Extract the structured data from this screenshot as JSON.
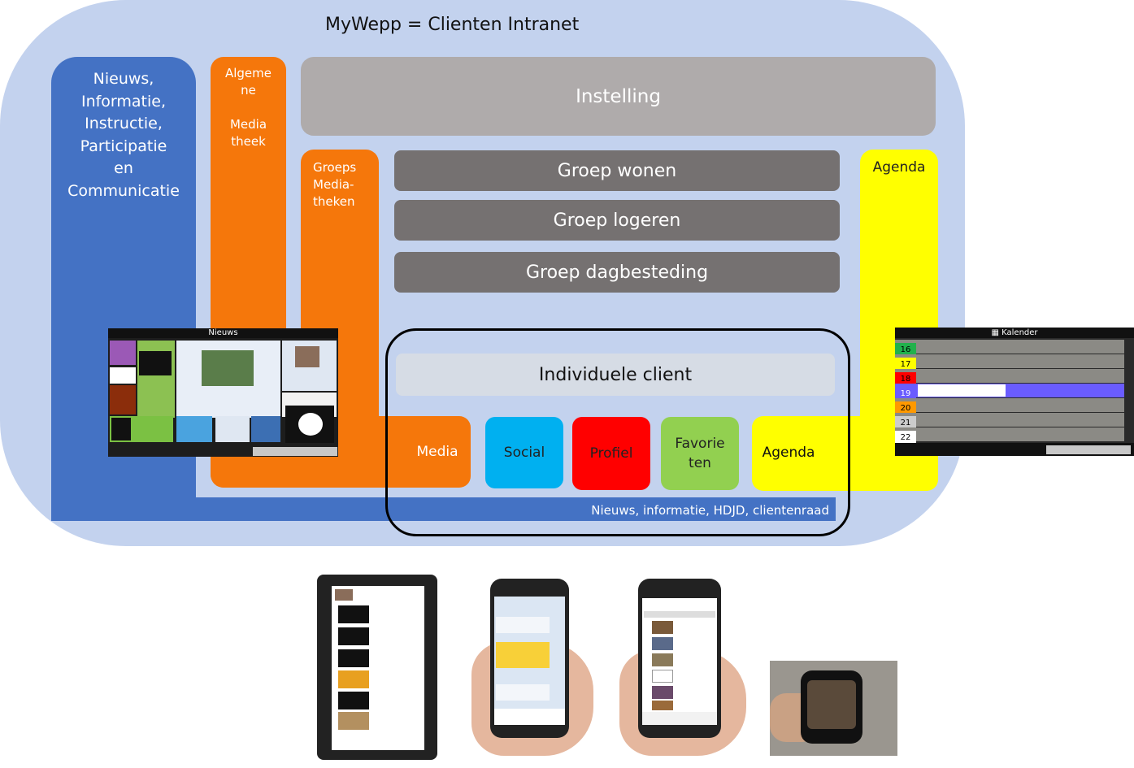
{
  "title": "MyWepp = Clienten Intranet",
  "columns": {
    "blue": "Nieuws,\nInformatie,\nInstructie,\nParticipatie\nen\nCommunicatie",
    "algemene": "Algeme\nne\n\nMedia\ntheek",
    "groeps": "Groeps\nMedia-\ntheken",
    "agenda": "Agenda"
  },
  "instelling": "Instelling",
  "groups": [
    "Groep wonen",
    "Groep logeren",
    "Groep dagbesteding"
  ],
  "client": {
    "label": "Individuele client",
    "tiles": [
      "Media",
      "Social",
      "Profiel",
      "Favorie\nten",
      "Agenda"
    ],
    "tile_colors": [
      "#f5770b",
      "#00b0f0",
      "#ff0000",
      "#92d050",
      "#ffff00"
    ]
  },
  "bottom_strip": "Nieuws, informatie, HDJD, clientenraad",
  "screens": {
    "news_title": "Nieuws",
    "calendar_title": "Kalender",
    "calendar_days": [
      "16",
      "17",
      "18",
      "19",
      "20",
      "21",
      "22"
    ],
    "calendar_day_colors": [
      "#22b14c",
      "#ffff00",
      "#ff0000",
      "#6a5cff",
      "#ff9900",
      "#cccccc",
      "#ffffff"
    ]
  },
  "colors": {
    "background": "#c3d2ee",
    "blue": "#4472c4",
    "orange": "#f5770b",
    "grey_light": "#afabab",
    "grey_dark": "#757171",
    "yellow": "#ffff00"
  }
}
